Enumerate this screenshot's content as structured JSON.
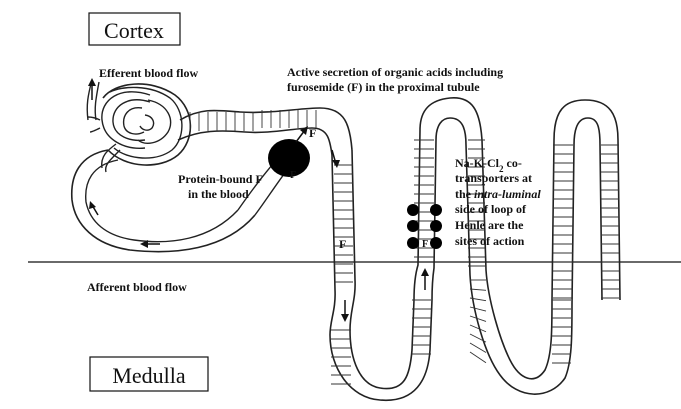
{
  "regions": {
    "cortex": "Cortex",
    "medulla": "Medulla"
  },
  "labels": {
    "efferent": "Efferent blood flow",
    "afferent": "Afferent blood flow",
    "secretion_line1": "Active secretion  of organic acids including",
    "secretion_line2": "furosemide (F) in the proximal tubule",
    "protein_bound_line1": "Protein-bound F",
    "protein_bound_line2": "in the blood",
    "transporter_line1_pre": "Na-K-Cl",
    "transporter_line1_sub": "2",
    "transporter_line1_post": " co-",
    "transporter_line2": "transporters at",
    "transporter_line3_pre": "the ",
    "transporter_line3_em": "intra-luminal",
    "transporter_line4": "side of loop of",
    "transporter_line5": "Henle are the",
    "transporter_line6": "sites of action"
  },
  "markers": {
    "f_secreted": "F",
    "f_tubule": "F",
    "f_transporter": "F",
    "f_blood": "F"
  },
  "colors": {
    "ink": "#111111",
    "background": "#ffffff"
  }
}
